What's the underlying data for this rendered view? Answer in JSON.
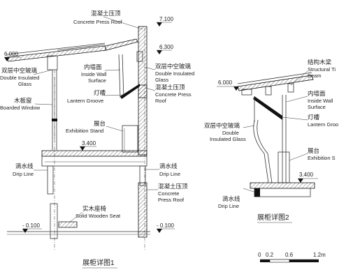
{
  "detail1": {
    "title": "展柜详图1",
    "labels": {
      "concrete_roof_top": {
        "zh": "混凝土压顶",
        "en": "Concrete Press Roof"
      },
      "double_glass_left": {
        "zh": "双层中空玻璃",
        "en1": "Double Insulated",
        "en2": "Glass"
      },
      "wood_window": {
        "zh": "木板窗",
        "en": "Boarded Window"
      },
      "inner_wall": {
        "zh": "内墙面",
        "en1": "Inside Wall",
        "en2": "Surface"
      },
      "lantern": {
        "zh": "灯槽",
        "en": "Lantern Groove"
      },
      "stand": {
        "zh": "展台",
        "en": "Exhibition Stand"
      },
      "double_glass_right": {
        "zh": "双层中空玻璃",
        "en1": "Double Insulated",
        "en2": "Glass"
      },
      "concrete_roof_mid": {
        "zh": "混凝土压顶",
        "en1": "Concrete Press",
        "en2": "Roof"
      },
      "drip_left": {
        "zh": "滴水线",
        "en": "Drip Line"
      },
      "drip_right": {
        "zh": "滴水线",
        "en": "Drip Line"
      },
      "concrete_roof_low": {
        "zh": "混凝土压顶",
        "en1": "Concrete",
        "en2": "Press Roof"
      },
      "seat": {
        "zh": "实木座椅",
        "en": "Solid Wooden Seat"
      }
    },
    "levels": {
      "l7100": "7.100",
      "l6300": "6.300",
      "l6000": "6.000",
      "l3400": "3.400",
      "l0100a": "- 0.100",
      "l0100b": "- 0.100"
    }
  },
  "detail2": {
    "title": "展柜详图2",
    "labels": {
      "beam": {
        "zh": "结构木梁",
        "en1": "Structural Ti",
        "en2": "Beam"
      },
      "inner_wall": {
        "zh": "内墙面",
        "en1": "Inside Wall",
        "en2": "Surface"
      },
      "lantern": {
        "zh": "灯槽",
        "en": "Lantern Groo"
      },
      "double_glass": {
        "zh": "双层中空玻璃",
        "en1": "Double",
        "en2": "Insulated Glass"
      },
      "stand": {
        "zh": "展台",
        "en": "Exhibition S"
      },
      "drip": {
        "zh": "滴水线",
        "en": "Drip Line"
      }
    },
    "levels": {
      "l6000": "6.000",
      "l3400": "3.400"
    }
  },
  "scale_bar": {
    "ticks": [
      "0",
      "0.2",
      "0.6",
      "1.2m"
    ]
  },
  "colors": {
    "line": "#333333",
    "solid": "#111111",
    "background": "#ffffff"
  }
}
